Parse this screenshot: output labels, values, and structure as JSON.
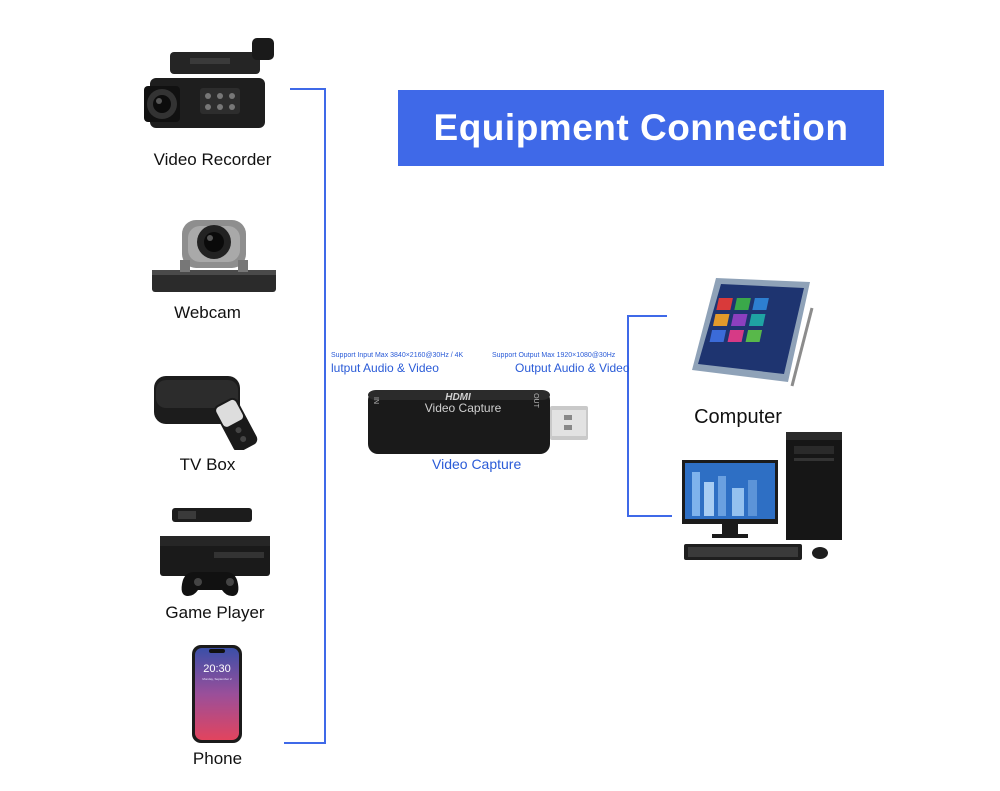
{
  "title": "Equipment Connection",
  "sources": [
    {
      "label": "Video Recorder",
      "icon": "video-recorder-icon"
    },
    {
      "label": "Webcam",
      "icon": "webcam-icon"
    },
    {
      "label": "TV Box",
      "icon": "tv-box-icon"
    },
    {
      "label": "Game Player",
      "icon": "game-console-icon"
    },
    {
      "label": "Phone",
      "icon": "phone-icon"
    }
  ],
  "phone_screen": {
    "time": "20:30",
    "date": "Monday, September 2"
  },
  "capture": {
    "input_spec": "Support Input Max 3840×2160@30Hz / 4K",
    "input_label": "lutput Audio & Video",
    "output_spec": "Support Output Max 1920×1080@30Hz",
    "output_label": "Output Audio & Video",
    "device_brand": "HDMI",
    "device_text": "Video Capture",
    "device_side_left": "IN",
    "device_side_right": "OUT",
    "caption": "Video Capture"
  },
  "targets": [
    {
      "label": "Computer",
      "icon": "computer-icon"
    }
  ],
  "colors": {
    "accent": "#3f69e8",
    "text": "#111111",
    "spec_text": "#2a5bd7"
  }
}
